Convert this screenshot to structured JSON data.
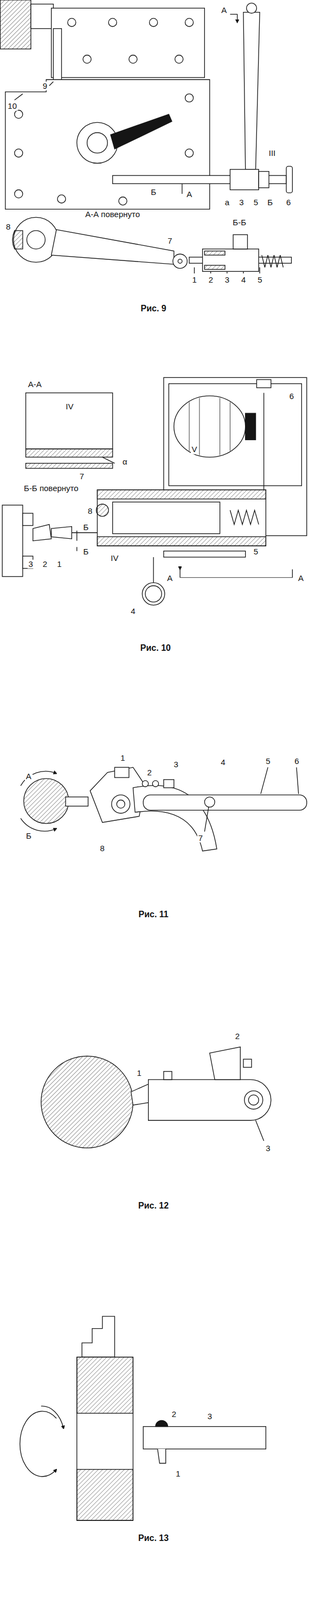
{
  "diagram": {
    "labels": [
      "А",
      "10",
      "9",
      "III",
      "Б",
      "А",
      "а",
      "3",
      "5",
      "Б",
      "6",
      "А-А повернуто",
      "8",
      "Б-Б",
      "7",
      "1",
      "2",
      "3",
      "4",
      "5",
      "Рис. 9",
      "А-А",
      "IV",
      "V",
      "6",
      "α",
      "7",
      "Б-Б повернуто",
      "8",
      "Б",
      "Б",
      "3",
      "2",
      "1",
      "IV",
      "А",
      "А",
      "4",
      "5",
      "Рис. 10",
      "1",
      "2",
      "3",
      "4",
      "5",
      "6",
      "А",
      "Б",
      "8",
      "7",
      "Рис. 11",
      "2",
      "1",
      "3",
      "Рис. 12",
      "2",
      "3",
      "1",
      "Рис. 13"
    ]
  }
}
